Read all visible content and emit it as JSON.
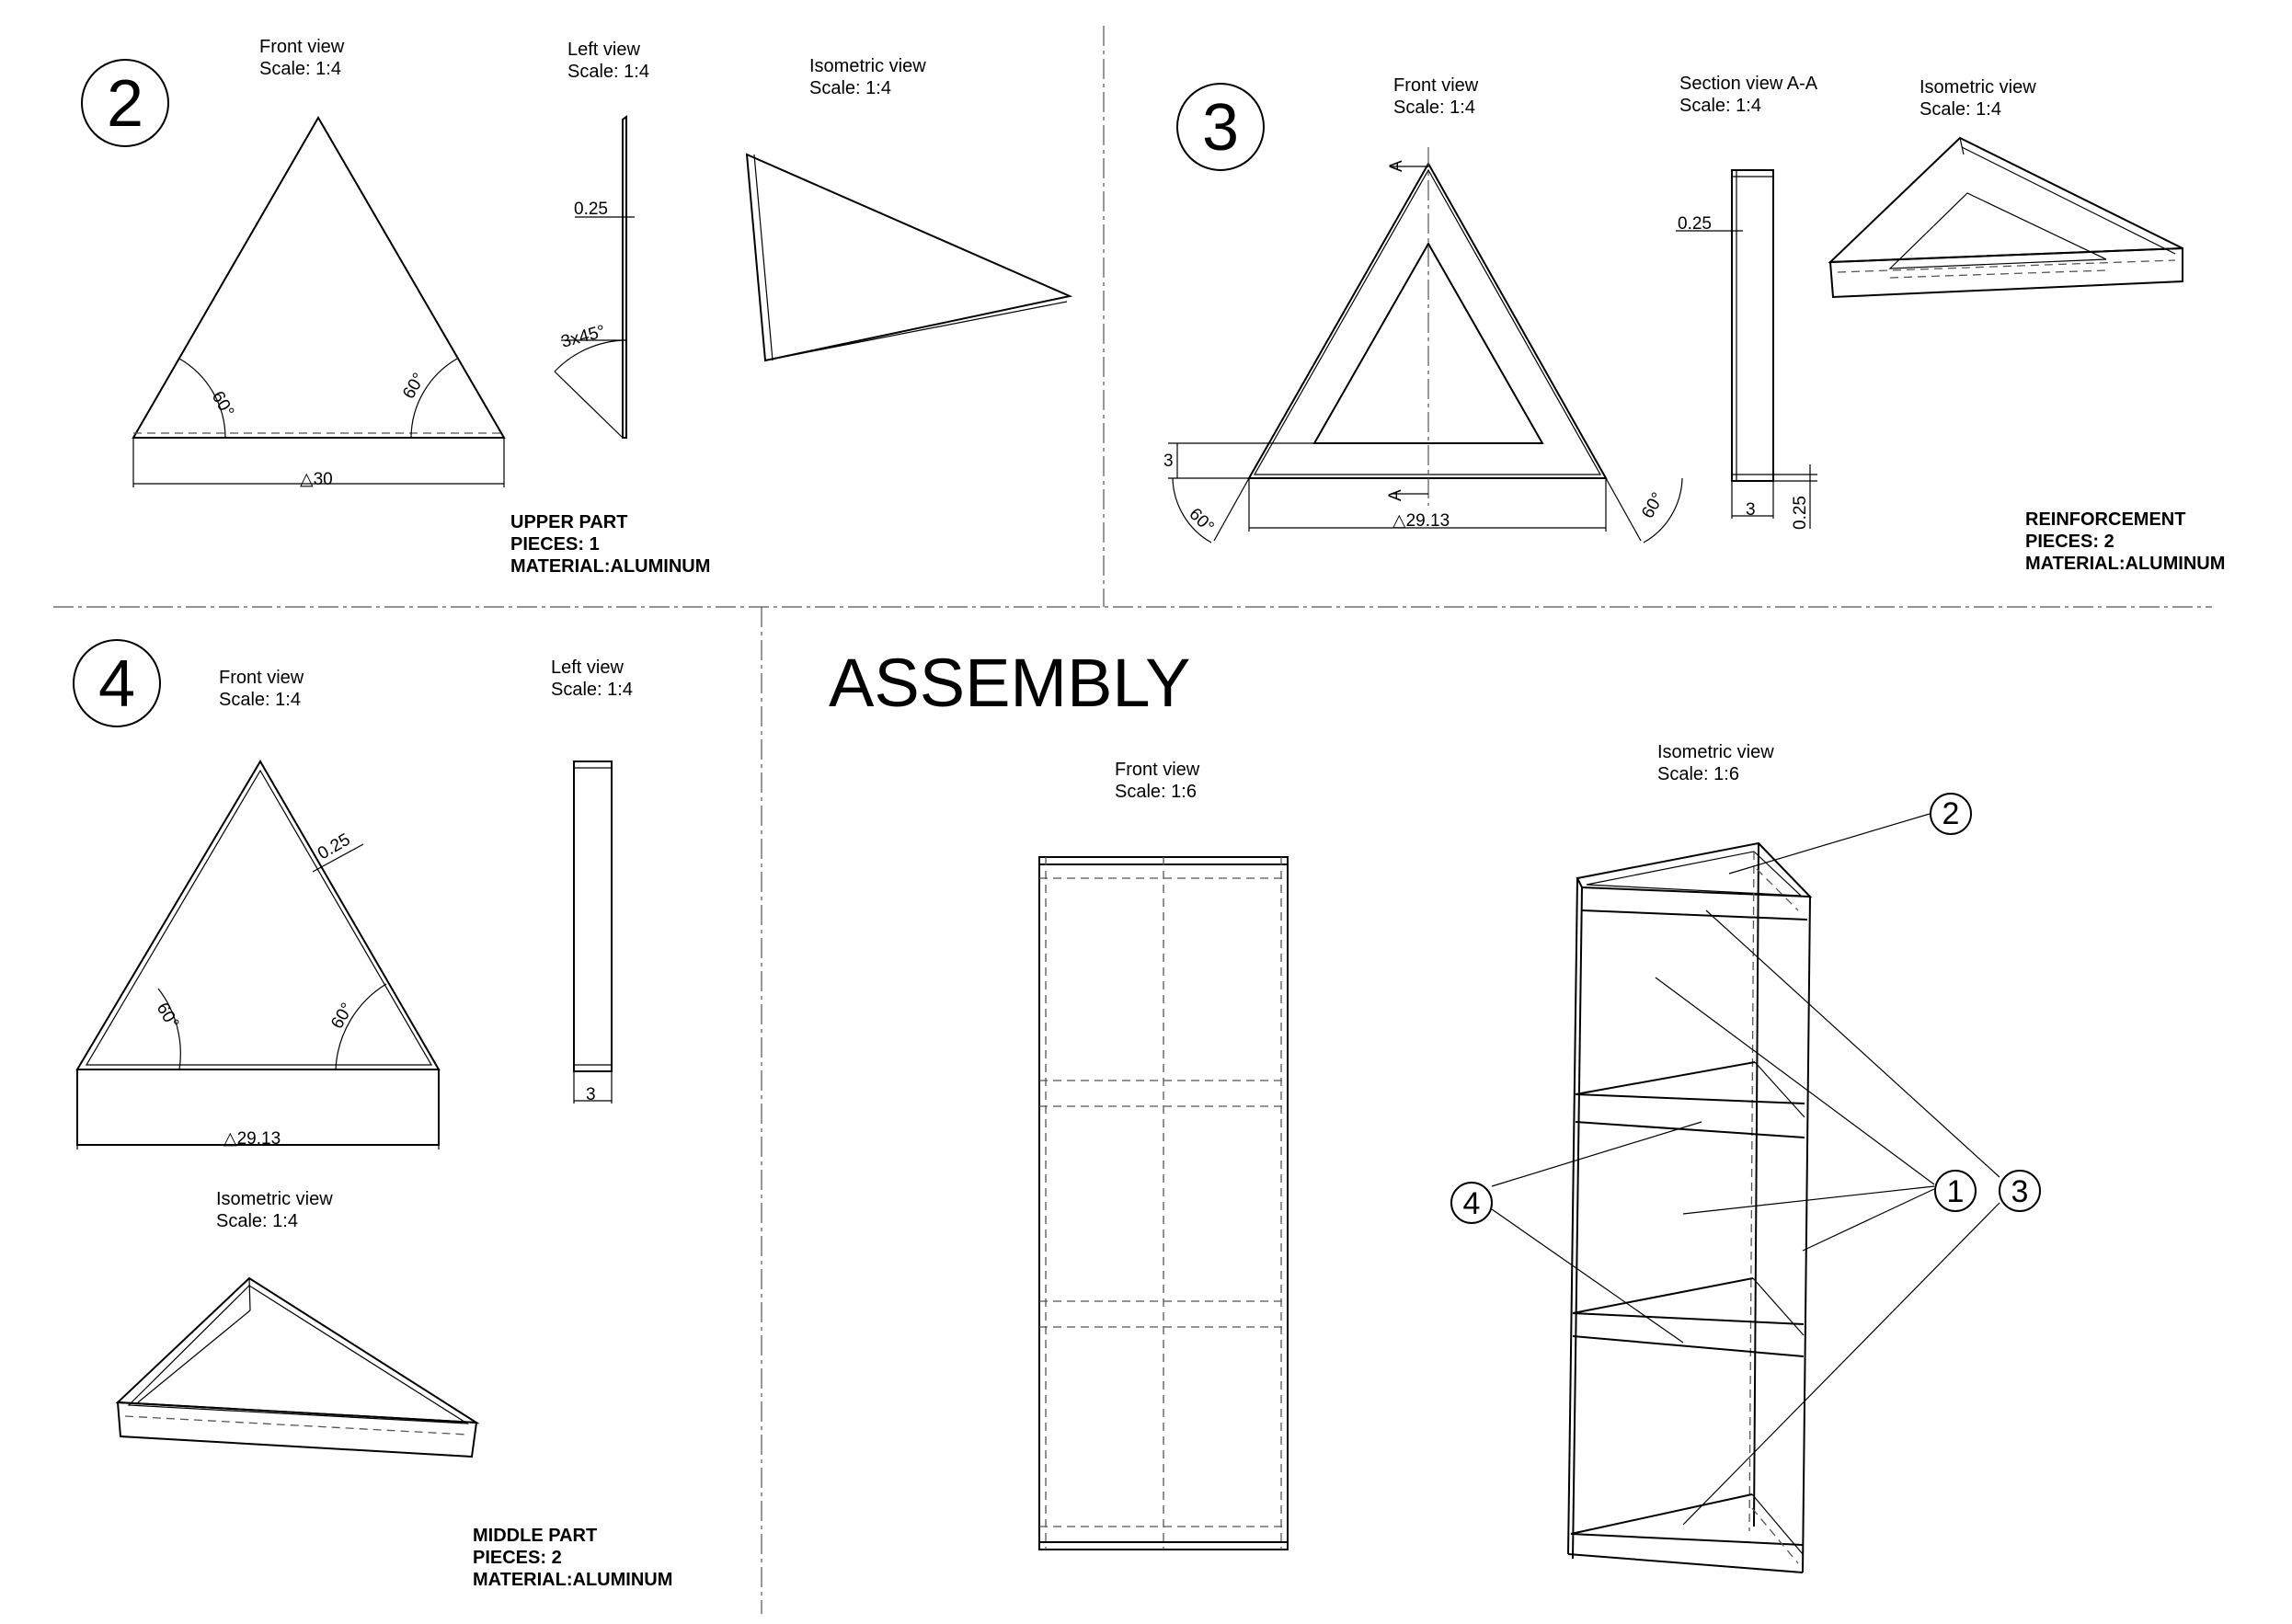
{
  "sections": {
    "part2": {
      "number": "2",
      "front_view": {
        "title": "Front view",
        "scale": "Scale:  1:4"
      },
      "left_view": {
        "title": "Left view",
        "scale": "Scale:  1:4"
      },
      "iso_view": {
        "title": "Isometric view",
        "scale": "Scale:  1:4"
      },
      "dims": {
        "angle_left": "60°",
        "angle_right": "60°",
        "side": "△30",
        "thickness": "0.25",
        "chamfer": "3x45°"
      },
      "note": {
        "line1": "UPPER PART",
        "line2": "PIECES: 1",
        "line3": "MATERIAL:ALUMINUM"
      }
    },
    "part3": {
      "number": "3",
      "front_view": {
        "title": "Front view",
        "scale": "Scale:  1:4"
      },
      "section_view": {
        "title": "Section view A-A",
        "scale": "Scale:  1:4"
      },
      "iso_view": {
        "title": "Isometric view",
        "scale": "Scale:  1:4"
      },
      "dims": {
        "height": "3",
        "side": "△29.13",
        "angle_left": "60°",
        "angle_right": "60°",
        "section_thk": "0.25",
        "section_w": "3",
        "section_h": "0.25",
        "cut_top": "A",
        "cut_bottom": "A"
      },
      "note": {
        "line1": "REINFORCEMENT",
        "line2": "PIECES: 2",
        "line3": "MATERIAL:ALUMINUM"
      }
    },
    "part4": {
      "number": "4",
      "front_view": {
        "title": "Front view",
        "scale": "Scale:  1:4"
      },
      "left_view": {
        "title": "Left view",
        "scale": "Scale:  1:4"
      },
      "iso_view": {
        "title": "Isometric view",
        "scale": "Scale:  1:4"
      },
      "dims": {
        "thickness": "0.25",
        "angle_left": "60°",
        "angle_right": "60°",
        "side": "△29.13",
        "width": "3"
      },
      "note": {
        "line1": "MIDDLE PART",
        "line2": "PIECES: 2",
        "line3": "MATERIAL:ALUMINUM"
      }
    },
    "assembly": {
      "title": "ASSEMBLY",
      "front_view": {
        "title": "Front view",
        "scale": "Scale:  1:6"
      },
      "iso_view": {
        "title": "Isometric view",
        "scale": "Scale:  1:6"
      },
      "balloons": {
        "b1": "1",
        "b2": "2",
        "b3": "3",
        "b4": "4"
      }
    }
  }
}
